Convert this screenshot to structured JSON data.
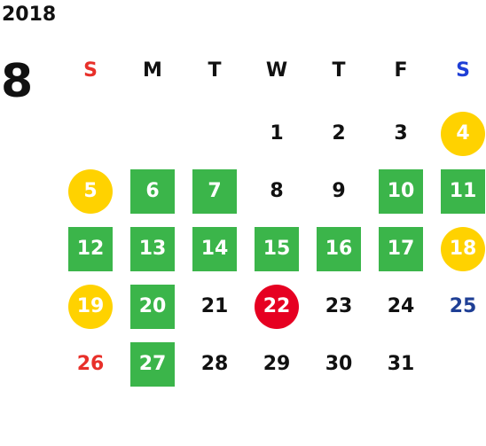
{
  "calendar": {
    "year": "2018",
    "month": "8",
    "weekdays": [
      "S",
      "M",
      "T",
      "W",
      "T",
      "F",
      "S"
    ],
    "colors": {
      "green": "#3bb54a",
      "yellow": "#ffd200",
      "red": "#e60021",
      "sunday": "#e8302a",
      "saturday": "#1f3fd6"
    },
    "weeks": [
      [
        {
          "day": "",
          "style": "none"
        },
        {
          "day": "",
          "style": "none"
        },
        {
          "day": "",
          "style": "none"
        },
        {
          "day": "1",
          "style": "plain"
        },
        {
          "day": "2",
          "style": "plain"
        },
        {
          "day": "3",
          "style": "plain"
        },
        {
          "day": "4",
          "style": "yellow"
        }
      ],
      [
        {
          "day": "5",
          "style": "yellow"
        },
        {
          "day": "6",
          "style": "green"
        },
        {
          "day": "7",
          "style": "green"
        },
        {
          "day": "8",
          "style": "plain"
        },
        {
          "day": "9",
          "style": "plain"
        },
        {
          "day": "10",
          "style": "green"
        },
        {
          "day": "11",
          "style": "green"
        }
      ],
      [
        {
          "day": "12",
          "style": "green"
        },
        {
          "day": "13",
          "style": "green"
        },
        {
          "day": "14",
          "style": "green"
        },
        {
          "day": "15",
          "style": "green"
        },
        {
          "day": "16",
          "style": "green"
        },
        {
          "day": "17",
          "style": "green"
        },
        {
          "day": "18",
          "style": "yellow"
        }
      ],
      [
        {
          "day": "19",
          "style": "yellow"
        },
        {
          "day": "20",
          "style": "green"
        },
        {
          "day": "21",
          "style": "plain"
        },
        {
          "day": "22",
          "style": "red"
        },
        {
          "day": "23",
          "style": "plain"
        },
        {
          "day": "24",
          "style": "plain"
        },
        {
          "day": "25",
          "style": "sat-text"
        }
      ],
      [
        {
          "day": "26",
          "style": "sun-text"
        },
        {
          "day": "27",
          "style": "green"
        },
        {
          "day": "28",
          "style": "plain"
        },
        {
          "day": "29",
          "style": "plain"
        },
        {
          "day": "30",
          "style": "plain"
        },
        {
          "day": "31",
          "style": "plain"
        },
        {
          "day": "",
          "style": "none"
        }
      ]
    ]
  }
}
